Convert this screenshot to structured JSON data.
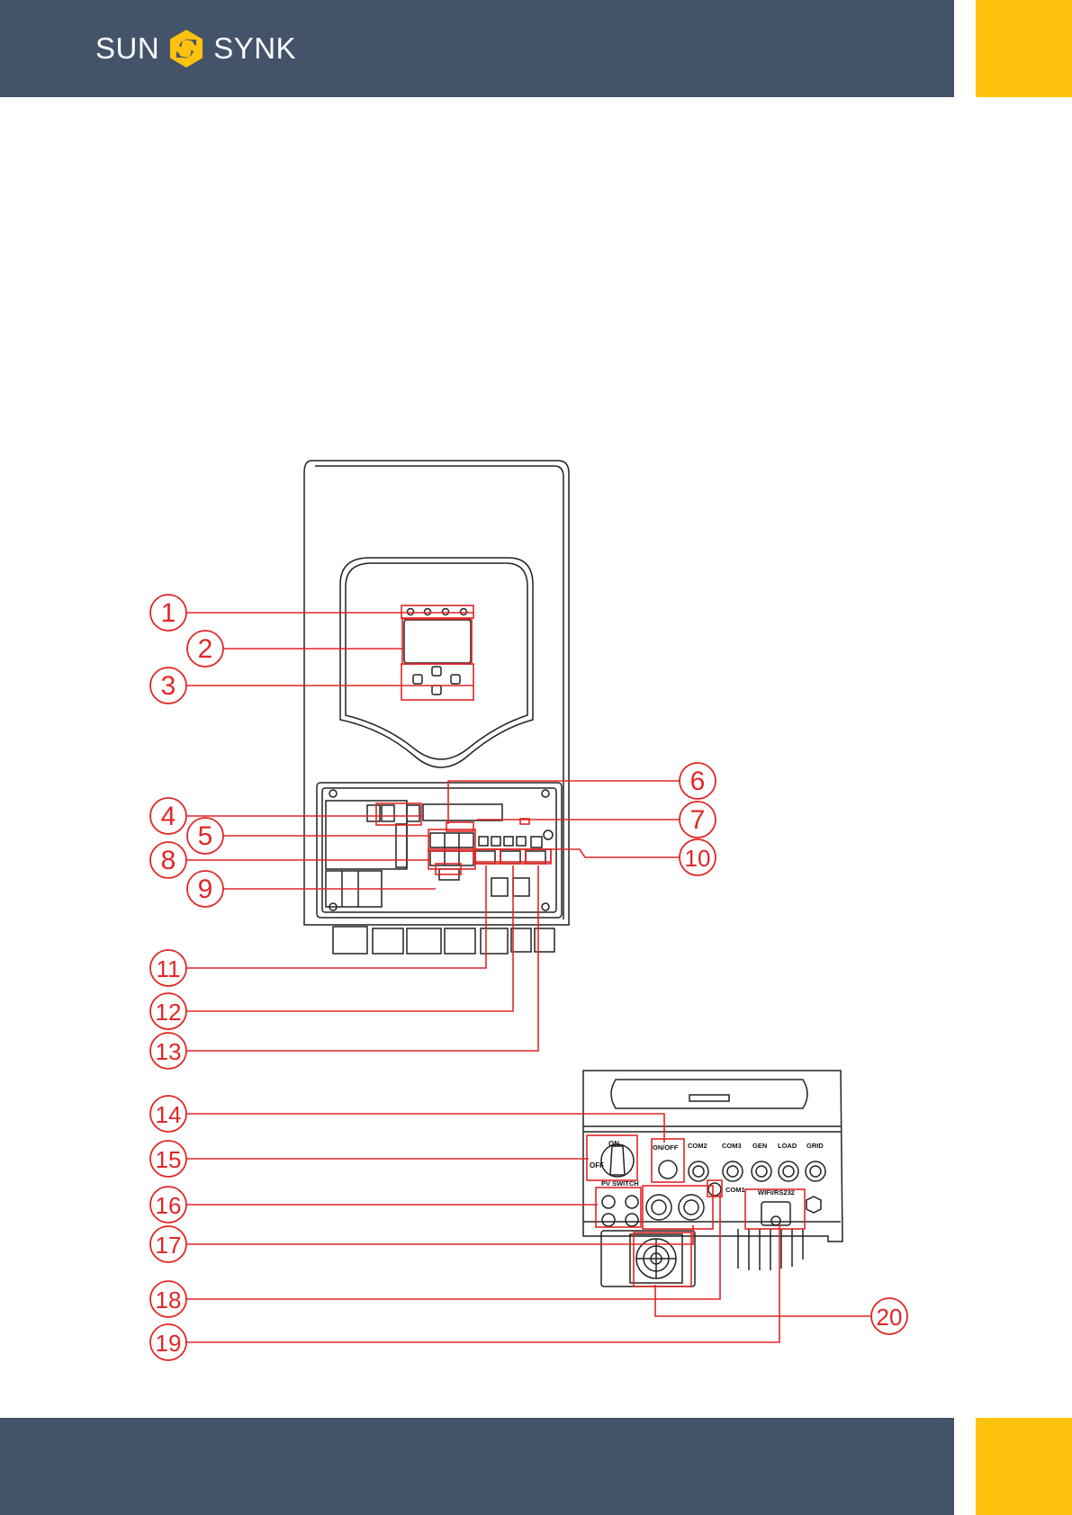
{
  "brand": {
    "name_left": "SUN",
    "name_right": "SYNK",
    "colors": {
      "header": "#435369",
      "accent": "#fdc20e",
      "callout": "#e22626"
    }
  },
  "callouts": [
    "1",
    "2",
    "3",
    "4",
    "5",
    "6",
    "7",
    "8",
    "9",
    "10",
    "11",
    "12",
    "13",
    "14",
    "15",
    "16",
    "17",
    "18",
    "19",
    "20"
  ],
  "panel_labels": {
    "on": "ON",
    "off": "OFF",
    "on_off": "ON/OFF",
    "com2": "COM2",
    "com3": "COM3",
    "gen": "GEN",
    "load": "LOAD",
    "grid": "GRID",
    "pv_switch": "PV SWITCH",
    "com1": "COM1",
    "wifi": "WIFI/RS232"
  }
}
